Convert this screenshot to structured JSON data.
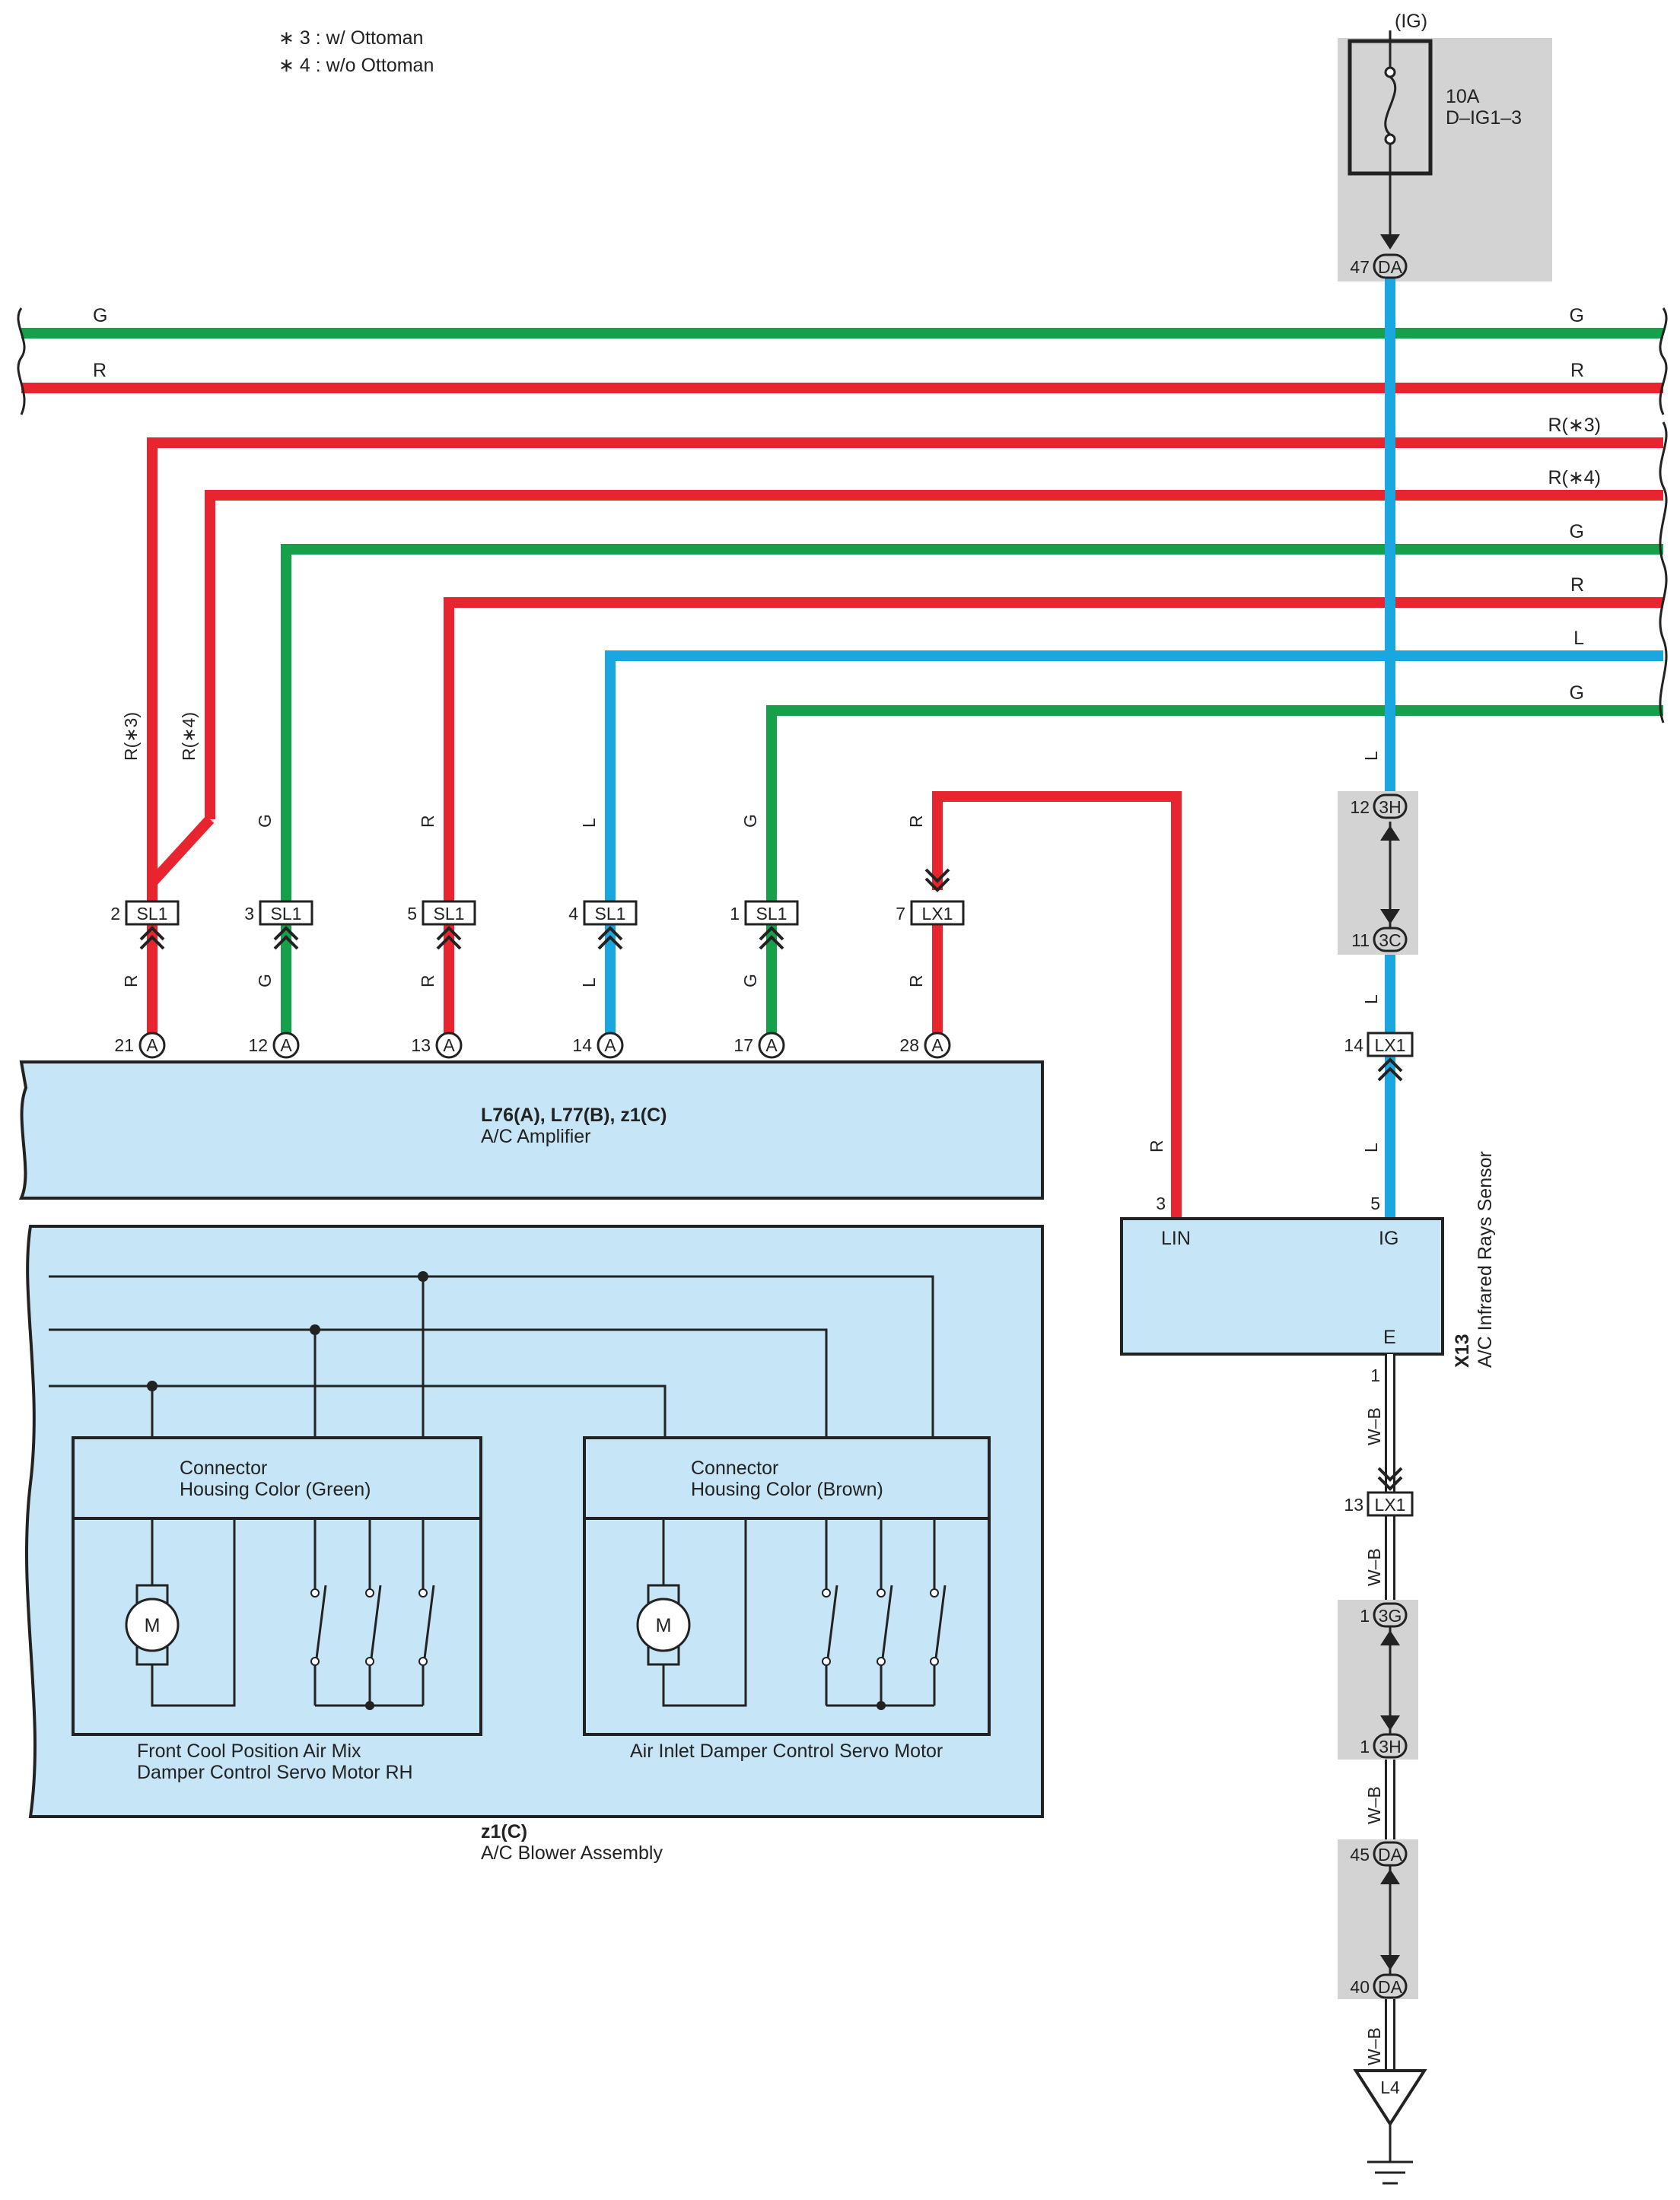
{
  "notes": [
    "∗ 3 : w/ Ottoman",
    "∗ 4 : w/o Ottoman"
  ],
  "colors": {
    "G": "#16a04a",
    "R": "#e8242e",
    "L": "#1aa7e0",
    "WB": "#ffffff",
    "box": "#c6e6f7",
    "shade": "#d3d3d3"
  },
  "fuse": {
    "source": "(IG)",
    "rating": "10A",
    "name": "D–IG1–3",
    "pin": "47",
    "conn": "DA"
  },
  "right_labels": [
    "G",
    "R",
    "R(∗3)",
    "R(∗4)",
    "G",
    "R",
    "L",
    "G"
  ],
  "left_labels": [
    "G",
    "R"
  ],
  "amp_columns": [
    {
      "wire_top": "R(∗3)",
      "wire_top2": "R(∗4)",
      "jpin": "2",
      "jconn": "SL1",
      "wire_bot": "R",
      "pin": "21",
      "conn": "A",
      "term": "LIN3"
    },
    {
      "wire_top": "G",
      "jpin": "3",
      "jconn": "SL1",
      "wire_bot": "G",
      "pin": "12",
      "conn": "A",
      "term": "BRRG"
    },
    {
      "wire_top": "R",
      "jpin": "5",
      "jconn": "SL1",
      "wire_bot": "R",
      "pin": "13",
      "conn": "A",
      "term": "BURR"
    },
    {
      "wire_top": "L",
      "jpin": "4",
      "jconn": "SL1",
      "wire_bot": "L",
      "pin": "14",
      "conn": "A",
      "term": "BRRB"
    },
    {
      "wire_top": "G",
      "jpin": "1",
      "jconn": "SL1",
      "wire_bot": "G",
      "pin": "17",
      "conn": "A",
      "term": "SBLW"
    },
    {
      "wire_top": "R",
      "jpin": "7",
      "jconn": "LX1",
      "wire_bot": "R",
      "pin": "28",
      "conn": "A",
      "term": "LIN1"
    }
  ],
  "amplifier": {
    "code": "L76(A), L77(B), z1(C)",
    "name": "A/C Amplifier"
  },
  "sensor": {
    "code": "X13",
    "name": "A/C Infrared Rays Sensor",
    "lin": "LIN",
    "ig": "IG",
    "e": "E",
    "pin_lin": "3",
    "pin_ig": "5",
    "pin_e": "1",
    "wire_lin": "R"
  },
  "right_chain": {
    "wire_l": "L",
    "j3h_top": {
      "pin": "12",
      "conn": "3H"
    },
    "j3c": {
      "pin": "11",
      "conn": "3C"
    },
    "lx1_14": {
      "pin": "14",
      "conn": "LX1"
    },
    "wire_wb": "W–B",
    "lx1_13": {
      "pin": "13",
      "conn": "LX1"
    },
    "j3g": {
      "pin": "1",
      "conn": "3G"
    },
    "j3h_bot": {
      "pin": "1",
      "conn": "3H"
    },
    "da45": {
      "pin": "45",
      "conn": "DA"
    },
    "da40": {
      "pin": "40",
      "conn": "DA"
    },
    "ground": "L4"
  },
  "blower": {
    "code": "z1(C)",
    "name": "A/C Blower Assembly",
    "conn1": [
      "Connector",
      "Housing Color (Green)"
    ],
    "conn2": [
      "Connector",
      "Housing Color (Brown)"
    ],
    "motor1": [
      "Front Cool Position Air Mix",
      "Damper Control Servo Motor RH"
    ],
    "motor2": "Air Inlet Damper Control Servo Motor",
    "motor_symbol": "M"
  }
}
